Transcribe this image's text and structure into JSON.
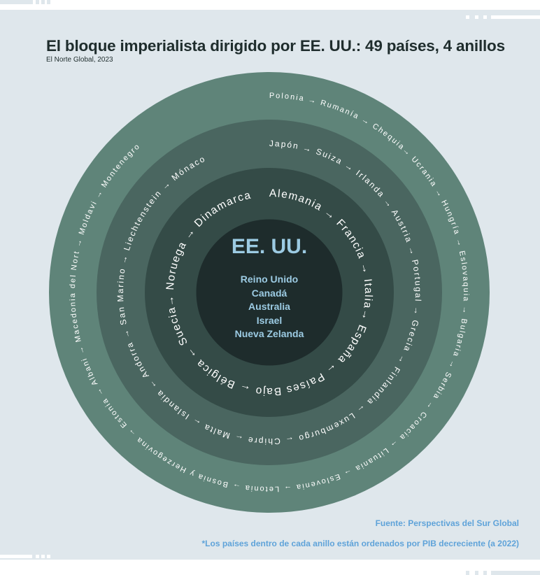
{
  "header": {
    "title": "El bloque imperialista dirigido por EE. UU.: 49 países, 4 anillos",
    "subtitle": "El Norte Global, 2023"
  },
  "footer": {
    "source": "Fuente: Perspectivas del Sur Global",
    "note": "*Los países dentro de cada anillo están ordenados por PIB decreciente (a 2022)"
  },
  "colors": {
    "background": "#dfe7ec",
    "ring_outer": "#5f8479",
    "ring_second": "#4a6660",
    "ring_third": "#344b47",
    "core": "#1e2c2c",
    "core_text": "#9ccbe3",
    "footer_text": "#5fa3d9"
  },
  "rings": {
    "core": {
      "title": "EE. UU.",
      "countries": [
        "Reino Unido",
        "Canadá",
        "Australia",
        "Israel",
        "Nueva Zelanda"
      ]
    },
    "third": {
      "countries": [
        "Alemania",
        "Francia",
        "Italia",
        "España",
        "Países Bajo",
        "Bélgica",
        "Suecia",
        "Noruega",
        "Dinamarca"
      ],
      "text": "Alemania → Francia → Italia→ España ← Países Bajo ← Bélgica ← Suecia→ Noruega → Dinamarca"
    },
    "second": {
      "countries": [
        "Japón",
        "Suiza",
        "Irlanda",
        "Austria",
        "Portugal",
        "Grecia",
        "Finlandia",
        "Luxemburgo",
        "Chipre",
        "Malta",
        "Islandia",
        "Andorra",
        "San Marino",
        "Liechtenstein",
        "Mónaco"
      ],
      "text": "Japón → Suiza → Irlanda → Austria → Portugal → Grecia → Finlandia ← Luxemburgo ← Chipre ← Malta ← Islandia ← Andorra → San Marino → Liechtenstein → Mónaco"
    },
    "outer": {
      "countries": [
        "Polonia",
        "Rumanía",
        "Chequia",
        "Ucrania",
        "Hungría",
        "Eslovaquia",
        "Bulgaria",
        "Serbia",
        "Croacia",
        "Lituania",
        "Eslovenia",
        "Letonia",
        "Bosnia y Herzegovina",
        "Estonia",
        "Albani",
        "Macedonia del Nort",
        "Moldavi",
        "Montenegro"
      ],
      "text": "Polonia → Rumanía → Chequia→ Ucrania → Hungría → Eslovaquia → Bulgaria → Serbia → Croacia → Lituania → Eslovenia → Letonia → Bosnia y Herzegovina → Estonia → Albani → Macedonia del Nort → Moldavi → Montenegro"
    }
  }
}
